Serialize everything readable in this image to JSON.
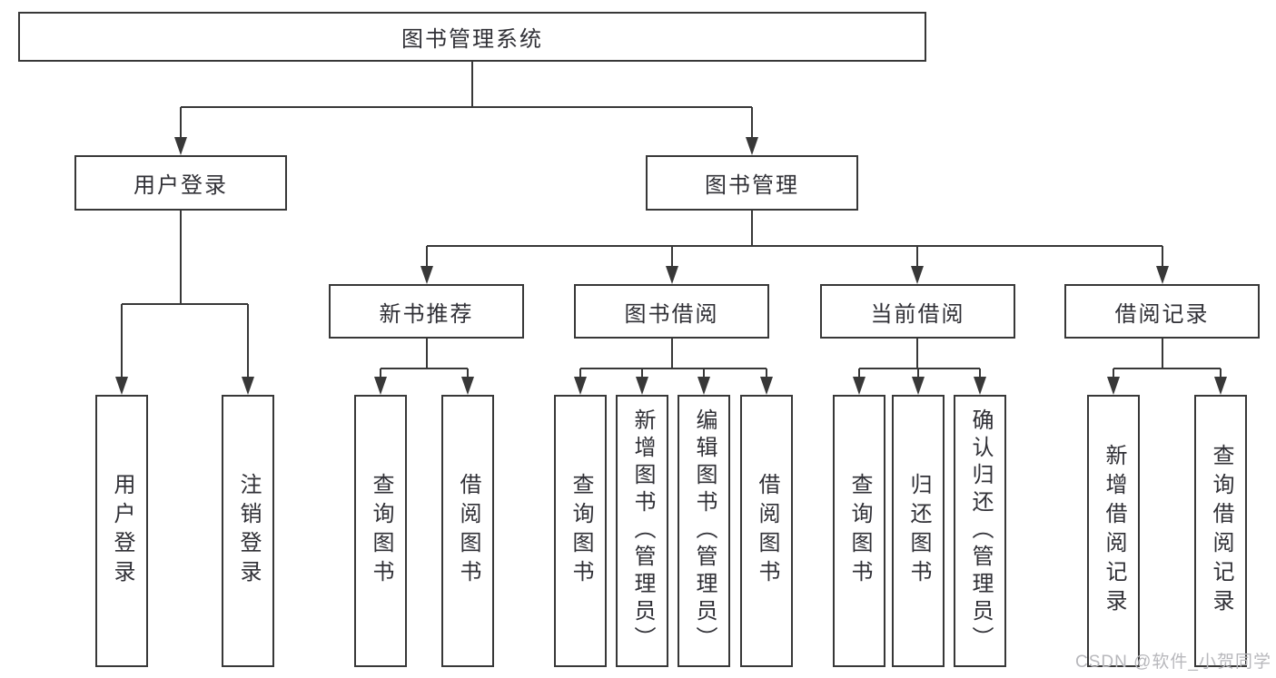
{
  "colors": {
    "line": "#383838",
    "box_border": "#383838",
    "text": "#303036",
    "watermark": "#b8b8bc",
    "background": "#ffffff"
  },
  "watermark": "CSDN @软件_小贺同学",
  "tree": {
    "root": "图书管理系统",
    "children": [
      {
        "label": "用户登录",
        "children": [
          "用户登录",
          "注销登录"
        ]
      },
      {
        "label": "图书管理",
        "children": [
          {
            "label": "新书推荐",
            "children": [
              "查询图书",
              "借阅图书"
            ]
          },
          {
            "label": "图书借阅",
            "children": [
              "查询图书",
              "新增图书（管理员）",
              "编辑图书（管理员）",
              "借阅图书"
            ]
          },
          {
            "label": "当前借阅",
            "children": [
              "查询图书",
              "归还图书",
              "确认归还（管理员）"
            ]
          },
          {
            "label": "借阅记录",
            "children": [
              "新增借阅记录",
              "查询借阅记录"
            ]
          }
        ]
      }
    ]
  }
}
